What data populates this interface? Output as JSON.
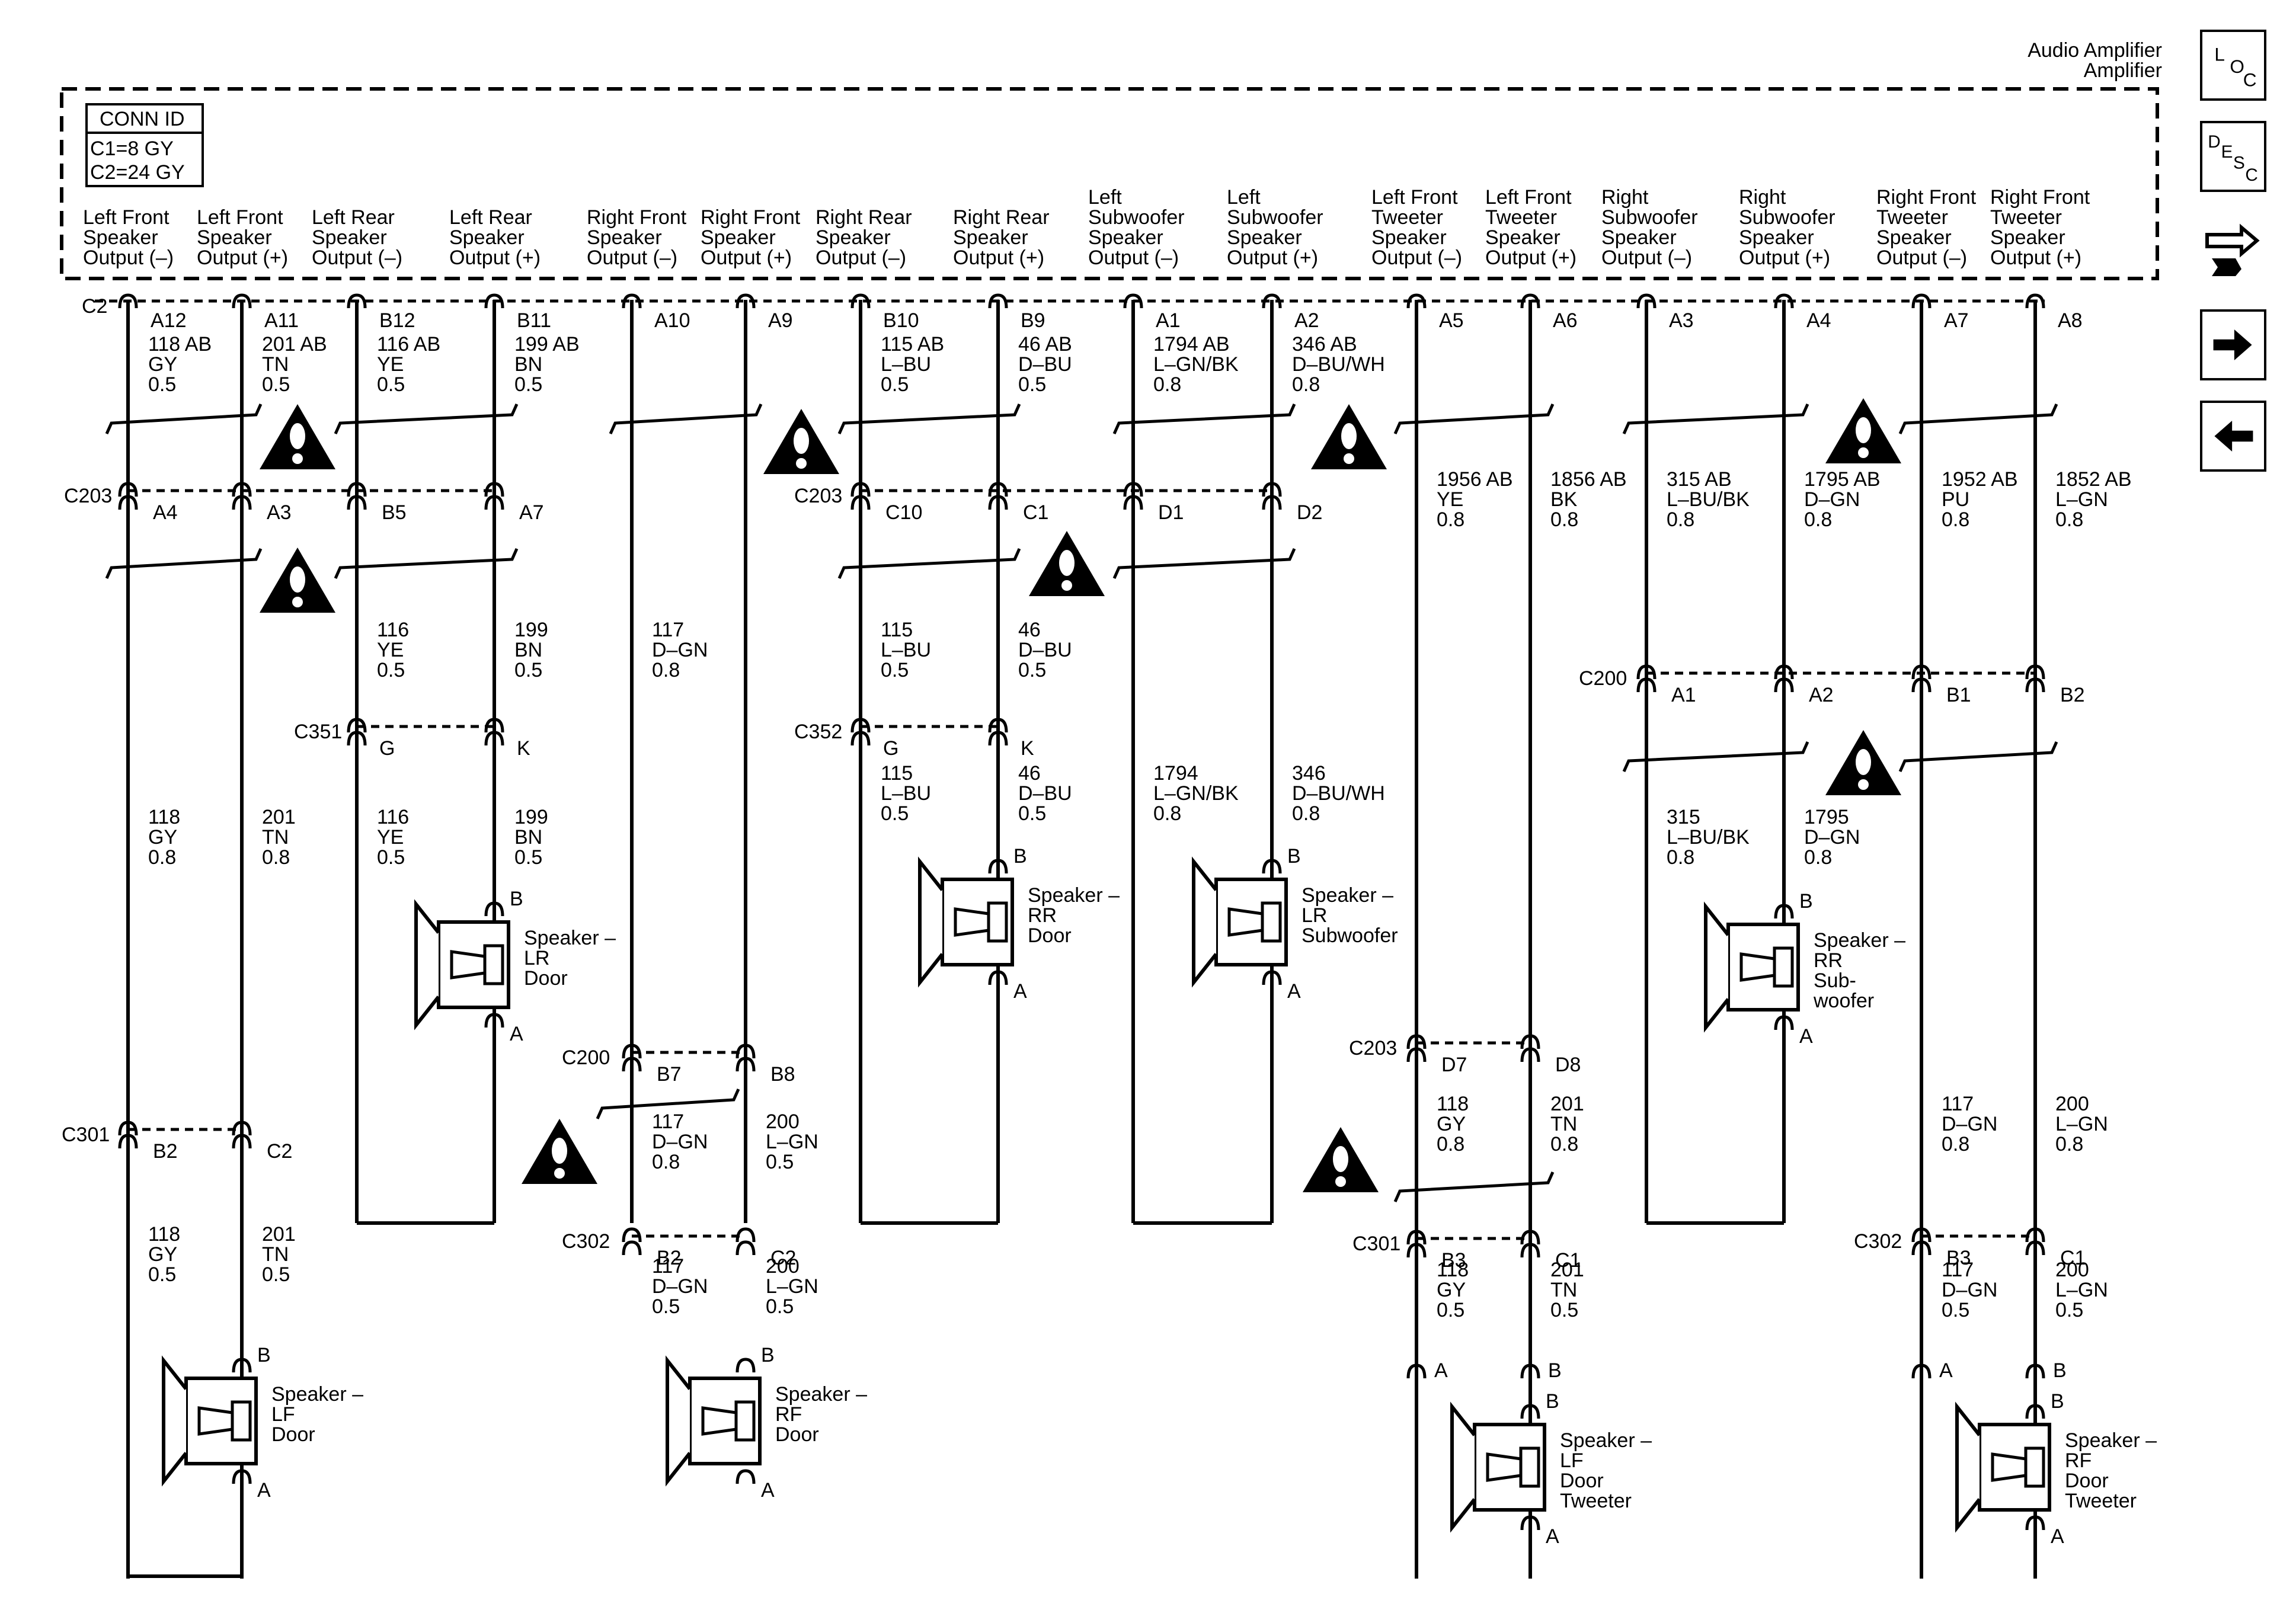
{
  "title": "Audio Amplifier",
  "conn_id": {
    "head": "CONN ID",
    "c1": "C1=8 GY",
    "c2": "C2=24 GY"
  },
  "amp_connector": "C2",
  "side_buttons": [
    {
      "name": "loc-button",
      "text": "LOC"
    },
    {
      "name": "desc-button",
      "text": "DESC"
    },
    {
      "name": "connector-end-view-button",
      "text": ""
    },
    {
      "name": "next-button",
      "text": ""
    },
    {
      "name": "previous-button",
      "text": ""
    }
  ],
  "outputs": [
    {
      "lines": [
        "Left Front",
        "Speaker",
        "Output (–)"
      ],
      "pin": "A12",
      "wire": [
        "118 AB",
        "GY",
        "0.5"
      ]
    },
    {
      "lines": [
        "Left Front",
        "Speaker",
        "Output (+)"
      ],
      "pin": "A11",
      "wire": [
        "201 AB",
        "TN",
        "0.5"
      ]
    },
    {
      "lines": [
        "Left Rear",
        "Speaker",
        "Output (–)"
      ],
      "pin": "B12",
      "wire": [
        "116 AB",
        "YE",
        "0.5"
      ]
    },
    {
      "lines": [
        "Left Rear",
        "Speaker",
        "Output (+)"
      ],
      "pin": "B11",
      "wire": [
        "199 AB",
        "BN",
        "0.5"
      ]
    },
    {
      "lines": [
        "Right Front",
        "Speaker",
        "Output (–)"
      ],
      "pin": "A10",
      "wire": []
    },
    {
      "lines": [
        "Right Front",
        "Speaker",
        "Output (+)"
      ],
      "pin": "A9",
      "wire": []
    },
    {
      "lines": [
        "Right Rear",
        "Speaker",
        "Output (–)"
      ],
      "pin": "B10",
      "wire": [
        "115  AB",
        "L–BU",
        "0.5"
      ]
    },
    {
      "lines": [
        "Right Rear",
        "Speaker",
        "Output (+)"
      ],
      "pin": "B9",
      "wire": [
        "46 AB",
        "D–BU",
        "0.5"
      ]
    },
    {
      "lines": [
        "Left",
        "Subwoofer",
        "Speaker",
        "Output (–)"
      ],
      "pin": "A1",
      "wire": [
        "1794 AB",
        "L–GN/BK",
        "0.8"
      ]
    },
    {
      "lines": [
        "Left",
        "Subwoofer",
        "Speaker",
        "Output (+)"
      ],
      "pin": "A2",
      "wire": [
        "346 AB",
        "D–BU/WH",
        "0.8"
      ]
    },
    {
      "lines": [
        "Left Front",
        "Tweeter",
        "Speaker",
        "Output (–)"
      ],
      "pin": "A5",
      "wire": []
    },
    {
      "lines": [
        "Left Front",
        "Tweeter",
        "Speaker",
        "Output (+)"
      ],
      "pin": "A6",
      "wire": []
    },
    {
      "lines": [
        "Right",
        "Subwoofer",
        "Speaker",
        "Output (–)"
      ],
      "pin": "A3",
      "wire": []
    },
    {
      "lines": [
        "Right",
        "Subwoofer",
        "Speaker",
        "Output (+)"
      ],
      "pin": "A4",
      "wire": []
    },
    {
      "lines": [
        "Right Front",
        "Tweeter",
        "Speaker",
        "Output (–)"
      ],
      "pin": "A7",
      "wire": []
    },
    {
      "lines": [
        "Right Front",
        "Tweeter",
        "Speaker",
        "Output (+)"
      ],
      "pin": "A8",
      "wire": []
    }
  ],
  "connectors": [
    {
      "id": "C203",
      "pins": [
        "A4",
        "A3",
        "B5",
        "A7"
      ]
    },
    {
      "id": "C203",
      "pins": [
        "C10",
        "C1",
        "D1",
        "D2"
      ]
    },
    {
      "id": "C351",
      "pins": [
        "G",
        "K"
      ]
    },
    {
      "id": "C352",
      "pins": [
        "G",
        "K"
      ]
    },
    {
      "id": "C200",
      "pins": [
        "A1",
        "A2",
        "B1",
        "B2"
      ]
    },
    {
      "id": "C200",
      "pins": [
        "B7",
        "B8"
      ]
    },
    {
      "id": "C301",
      "pins": [
        "B2",
        "C2"
      ]
    },
    {
      "id": "C302",
      "pins": [
        "B2",
        "C2"
      ]
    },
    {
      "id": "C203",
      "pins": [
        "D7",
        "D8"
      ]
    },
    {
      "id": "C301",
      "pins": [
        "B3",
        "C1"
      ]
    },
    {
      "id": "C302",
      "pins": [
        "B3",
        "C1"
      ]
    }
  ],
  "wire_labels": [
    [
      "1956  AB",
      "YE",
      "0.8"
    ],
    [
      "1856  AB",
      "BK",
      "0.8"
    ],
    [
      "315  AB",
      "L–BU/BK",
      "0.8"
    ],
    [
      "1795  AB",
      "D–GN",
      "0.8"
    ],
    [
      "1952  AB",
      "PU",
      "0.8"
    ],
    [
      "1852  AB",
      "L–GN",
      "0.8"
    ],
    [
      "116",
      "YE",
      "0.5"
    ],
    [
      "199",
      "BN",
      "0.5"
    ],
    [
      "117",
      "D–GN",
      "0.8"
    ],
    [
      "115",
      "L–BU",
      "0.5"
    ],
    [
      "46",
      "D–BU",
      "0.5"
    ],
    [
      "118",
      "GY",
      "0.8"
    ],
    [
      "201",
      "TN",
      "0.8"
    ],
    [
      "116",
      "YE",
      "0.5"
    ],
    [
      "199",
      "BN",
      "0.5"
    ],
    [
      "115",
      "L–BU",
      "0.5"
    ],
    [
      "46",
      "D–BU",
      "0.5"
    ],
    [
      "1794",
      "L–GN/BK",
      "0.8"
    ],
    [
      "346",
      "D–BU/WH",
      "0.8"
    ],
    [
      "315",
      "L–BU/BK",
      "0.8"
    ],
    [
      "1795",
      "D–GN",
      "0.8"
    ],
    [
      "117",
      "D–GN",
      "0.8"
    ],
    [
      "200",
      "L–GN",
      "0.5"
    ],
    [
      "118",
      "GY",
      "0.8"
    ],
    [
      "201",
      "TN",
      "0.8"
    ],
    [
      "117",
      "D–GN",
      "0.8"
    ],
    [
      "200",
      "L–GN",
      "0.8"
    ],
    [
      "118",
      "GY",
      "0.5"
    ],
    [
      "201",
      "TN",
      "0.5"
    ],
    [
      "117",
      "D–GN",
      "0.5"
    ],
    [
      "200",
      "L–GN",
      "0.5"
    ],
    [
      "118",
      "GY",
      "0.5"
    ],
    [
      "201",
      "TN",
      "0.5"
    ],
    [
      "117",
      "D–GN",
      "0.5"
    ],
    [
      "200",
      "L–GN",
      "0.5"
    ]
  ],
  "speakers": [
    {
      "lines": [
        "Speaker –",
        "LR",
        "Door"
      ]
    },
    {
      "lines": [
        "Speaker –",
        "RR",
        "Door"
      ]
    },
    {
      "lines": [
        "Speaker –",
        "LR",
        "Subwoofer"
      ]
    },
    {
      "lines": [
        "Speaker –",
        "RR",
        "Sub-",
        "woofer"
      ]
    },
    {
      "lines": [
        "Speaker –",
        "LF",
        "Door"
      ]
    },
    {
      "lines": [
        "Speaker –",
        "RF",
        "Door"
      ]
    },
    {
      "lines": [
        "Speaker –",
        "LF",
        "Door",
        "Tweeter"
      ]
    },
    {
      "lines": [
        "Speaker –",
        "RF",
        "Door",
        "Tweeter"
      ]
    }
  ],
  "speaker_pins": {
    "b": "B",
    "a": "A"
  }
}
